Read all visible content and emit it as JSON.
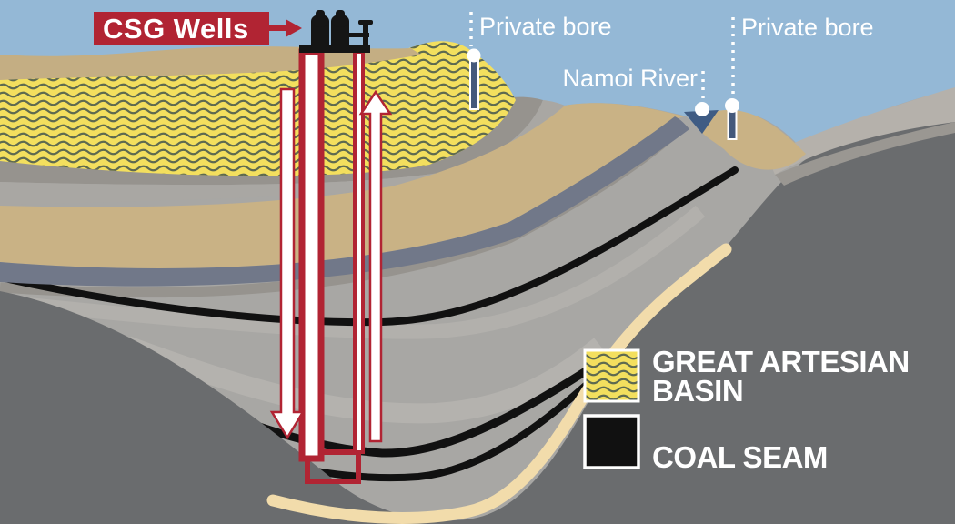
{
  "labels": {
    "csg_wells": "CSG Wells",
    "private_bore_left": "Private bore",
    "private_bore_right": "Private bore",
    "namoi_river": "Namoi River"
  },
  "legend": {
    "gab_line1": "GREAT ARTESIAN",
    "gab_line2": "BASIN",
    "coal": "COAL SEAM"
  },
  "colors": {
    "sky": "#94b8d6",
    "gab_yellow": "#f3df5e",
    "gab_wave": "#5e6a50",
    "coal_black": "#111111",
    "well_red": "#b12433",
    "river_blue": "#3f5c84",
    "bore_pipe_blue": "#44597b",
    "basement_gray": "#6a6c6e",
    "basin_fill_gray": "#a8a7a4",
    "cream": "#f2dcab",
    "tan_top": "#c4ae83",
    "tan_mid": "#c9b285",
    "slate": "#717889",
    "hill_gray": "#b5b1ab",
    "text_white": "#ffffff"
  }
}
